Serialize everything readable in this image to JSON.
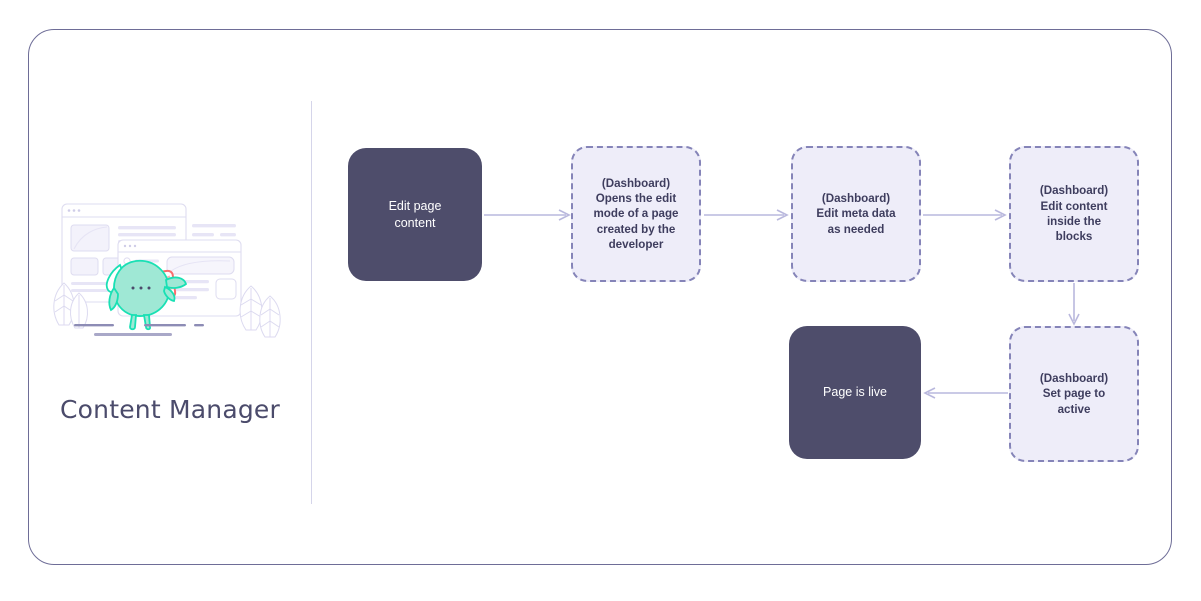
{
  "persona": {
    "title": "Content Manager",
    "illustration_name": "content-manager-mascot-illustration"
  },
  "colors": {
    "frame_border": "#6e6d97",
    "divider": "#d5d5ea",
    "solid_node_bg": "#4e4d6b",
    "solid_node_text": "#ffffff",
    "dashed_node_bg": "#eeedf9",
    "dashed_node_border": "#8584b8",
    "dashed_node_text": "#3e3d5e",
    "arrow": "#b9b8dd",
    "title_text": "#4b4b6b",
    "mascot_body": "#9fe8d5",
    "mascot_outline": "#19e0b4",
    "card_accent": "#fa6d6d",
    "window_outline": "#dedcf0"
  },
  "flow": {
    "nodes": [
      {
        "id": "edit-page-content",
        "label": "Edit page\ncontent",
        "style": "solid"
      },
      {
        "id": "open-edit-mode",
        "label": "(Dashboard)\nOpens the edit\nmode of a page\ncreated by the\ndeveloper",
        "style": "dashed"
      },
      {
        "id": "edit-meta-data",
        "label": "(Dashboard)\nEdit meta data\nas needed",
        "style": "dashed"
      },
      {
        "id": "edit-content",
        "label": "(Dashboard)\nEdit content\ninside the\nblocks",
        "style": "dashed"
      },
      {
        "id": "set-page-active",
        "label": "(Dashboard)\nSet page to\nactive",
        "style": "dashed"
      },
      {
        "id": "page-is-live",
        "label": "Page is live",
        "style": "solid"
      }
    ],
    "arrows": [
      {
        "id": "arrow-1",
        "from": "edit-page-content",
        "to": "open-edit-mode",
        "direction": "right"
      },
      {
        "id": "arrow-2",
        "from": "open-edit-mode",
        "to": "edit-meta-data",
        "direction": "right"
      },
      {
        "id": "arrow-3",
        "from": "edit-meta-data",
        "to": "edit-content",
        "direction": "right"
      },
      {
        "id": "arrow-4",
        "from": "edit-content",
        "to": "set-page-active",
        "direction": "down"
      },
      {
        "id": "arrow-5",
        "from": "set-page-active",
        "to": "page-is-live",
        "direction": "left"
      }
    ]
  }
}
